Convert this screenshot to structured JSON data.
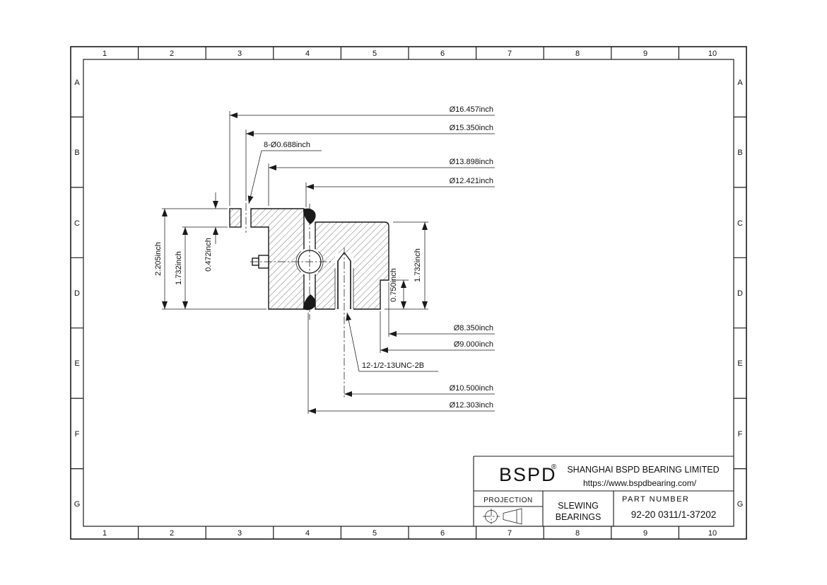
{
  "grid": {
    "cols": [
      "1",
      "2",
      "3",
      "4",
      "5",
      "6",
      "7",
      "8",
      "9",
      "10"
    ],
    "rows": [
      "A",
      "B",
      "C",
      "D",
      "E",
      "F",
      "G"
    ]
  },
  "drawing": {
    "dims": {
      "flange_od": "Ø16.457inch",
      "bolt_circle_outer": "Ø15.350inch",
      "bolt_holes": "8-Ø0.688inch",
      "outer_ring_od": "Ø13.898inch",
      "raceway_od": "Ø12.421inch",
      "bore": "Ø8.350inch",
      "recess": "Ø9.000inch",
      "thread_spec": "12-1/2-13UNC-2B",
      "bolt_circle_inner": "Ø10.500inch",
      "inner_ring_od": "Ø12.303inch",
      "total_height": "2.205inch",
      "ring_height": "1.732inch",
      "flange_thickness": "0.472inch",
      "inner_ring_height": "1.732inch",
      "recess_depth": "0.750inch"
    }
  },
  "title_block": {
    "logo": "BSPD",
    "registered": "®",
    "company": "SHANGHAI BSPD BEARING LIMITED",
    "website": "https://www.bspdbearing.com/",
    "projection_label": "PROJECTION",
    "product_line1": "SLEWING",
    "product_line2": "BEARINGS",
    "part_number_label": "PART  NUMBER",
    "part_number": "92-20 0311/1-37202"
  },
  "colors": {
    "line": "#1a1a1a",
    "background": "#ffffff"
  }
}
